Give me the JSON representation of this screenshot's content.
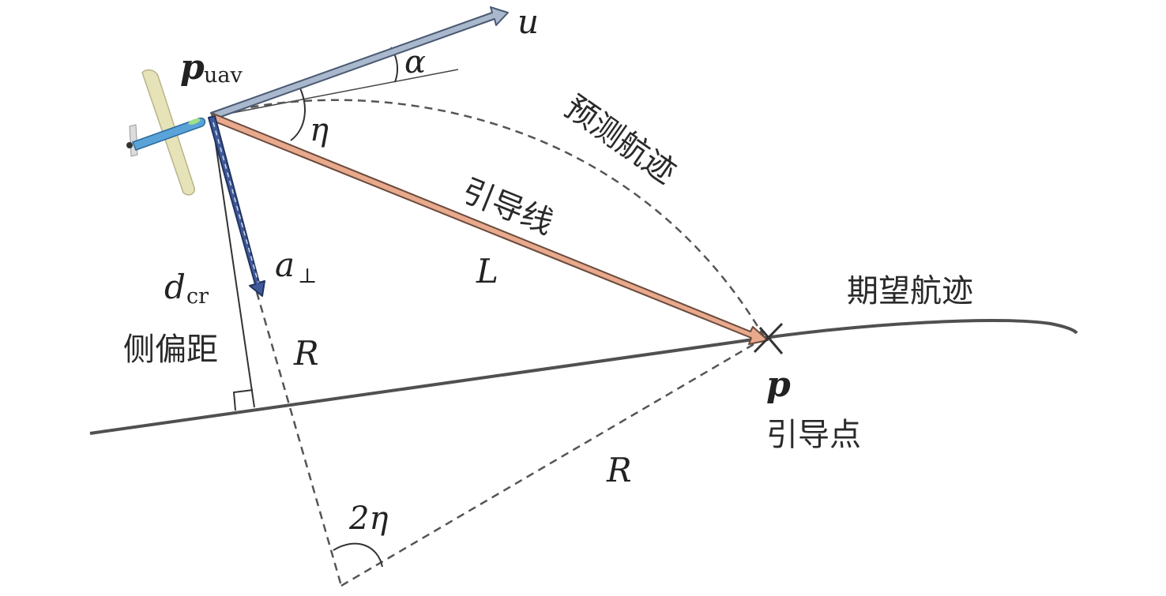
{
  "labels": {
    "p_uav_main": "p",
    "p_uav_sub": "uav",
    "u": "u",
    "alpha": "α",
    "eta": "η",
    "predicted_track": "预测航迹",
    "guidance_line": "引导线",
    "L": "L",
    "a_perp_main": "a",
    "a_perp_sub": "⊥",
    "d_cr_main": "d",
    "d_cr_sub": "cr",
    "cross_track_distance": "侧偏距",
    "R_upper": "R",
    "R_lower": "R",
    "desired_track": "期望航迹",
    "p": "p",
    "guidance_point": "引导点",
    "two_eta": "2η"
  },
  "colors": {
    "velocity_vector": "#a9b8cc",
    "guidance_line": "#e8a98d",
    "acceleration_vector": "#3f5a9a",
    "track": "#505050",
    "dashed": "#555555"
  }
}
